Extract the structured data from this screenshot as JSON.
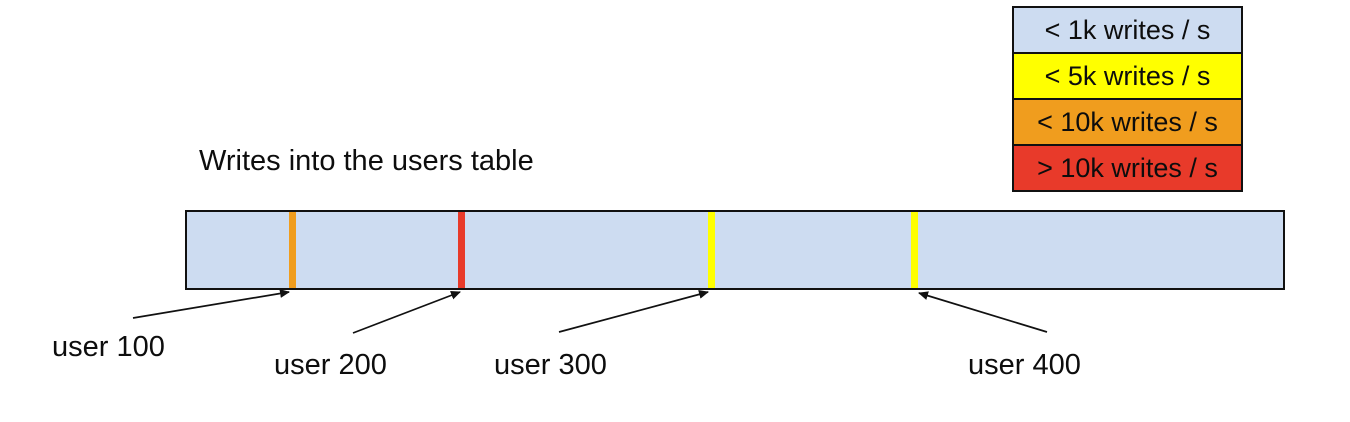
{
  "title": "Writes into the users table",
  "legend": {
    "items": [
      {
        "label": "< 1k writes / s",
        "color": "#cddcf1"
      },
      {
        "label": "< 5k writes / s",
        "color": "#ffff00"
      },
      {
        "label": "< 10k writes / s",
        "color": "#f09d1e"
      },
      {
        "label": "> 10k writes / s",
        "color": "#e83a2a"
      }
    ]
  },
  "table_bar": {
    "fill": "#cddcf1",
    "border_color": "#111111",
    "markers": [
      {
        "label": "user 100",
        "color": "#f09d1e",
        "rate_bucket": "< 10k writes / s",
        "position_pct": 9.8
      },
      {
        "label": "user 200",
        "color": "#e83a2a",
        "rate_bucket": "> 10k writes / s",
        "position_pct": 25.2
      },
      {
        "label": "user 300",
        "color": "#ffff00",
        "rate_bucket": "< 5k writes / s",
        "position_pct": 47.9
      },
      {
        "label": "user 400",
        "color": "#ffff00",
        "rate_bucket": "< 5k writes / s",
        "position_pct": 66.3
      }
    ]
  }
}
